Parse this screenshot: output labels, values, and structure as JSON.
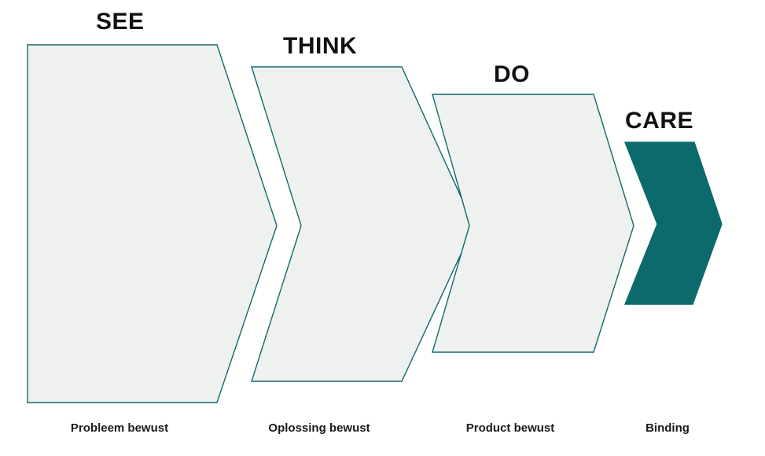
{
  "diagram": {
    "title": "SEE THINK DO CARE funnel",
    "type": "funnel-chevron",
    "background_color": "#ffffff",
    "outline_color": "#14696b",
    "fill_color": "#eff0f0",
    "accent_color": "#0b6a6c",
    "text_color": "#111111"
  },
  "stages": [
    {
      "id": "see",
      "title": "SEE",
      "caption": "Probleem bewust",
      "fill": "#eff0f0",
      "stroke": "#14696b",
      "filled": false
    },
    {
      "id": "think",
      "title": "THINK",
      "caption": "Oplossing bewust",
      "fill": "#eff0f0",
      "stroke": "#14696b",
      "filled": false
    },
    {
      "id": "do",
      "title": "DO",
      "caption": "Product bewust",
      "fill": "#eff0f0",
      "stroke": "#14696b",
      "filled": false
    },
    {
      "id": "care",
      "title": "CARE",
      "caption": "Binding",
      "fill": "#0b6a6c",
      "stroke": "#0b6a6c",
      "filled": true
    }
  ]
}
